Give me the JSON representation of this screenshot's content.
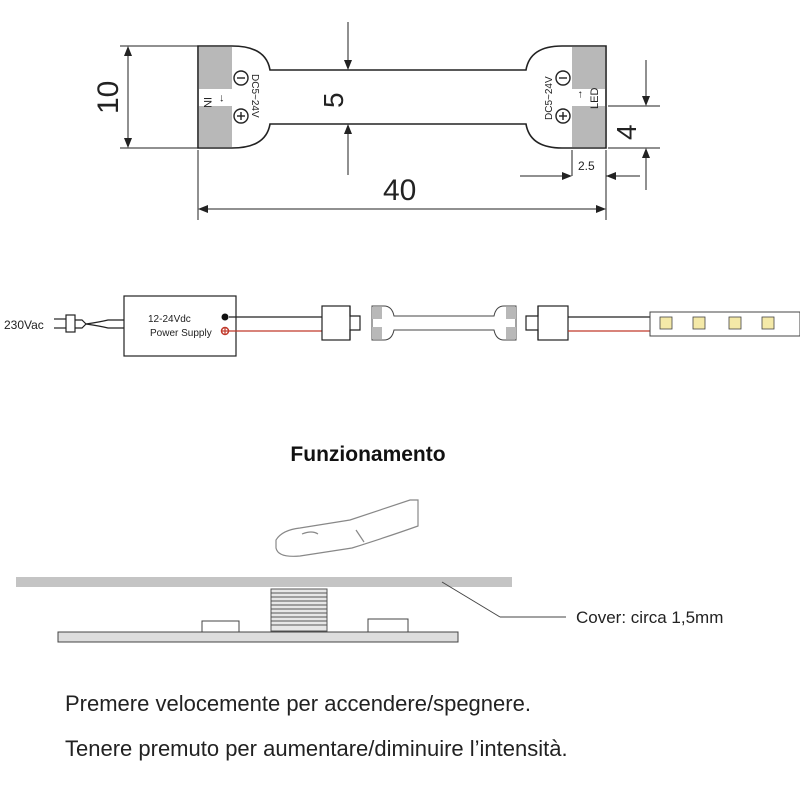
{
  "dimensions": {
    "height_label": "10",
    "width_label": "40",
    "center_label": "5",
    "pad_label": "4",
    "pad_gap_label": "2.5"
  },
  "connector": {
    "left_label": "IN",
    "right_label": "LED",
    "voltage_label": "DC5~24V",
    "arrow_label": "→"
  },
  "wiring": {
    "mains_label": "230Vac",
    "psu_line1": "12-24Vdc",
    "psu_line2": "Power Supply"
  },
  "operation": {
    "title": "Funzionamento",
    "cover_label": "Cover: circa 1,5mm"
  },
  "instructions": {
    "line1": "Premere velocemente per accendere/spegnere.",
    "line2": "Tenere premuto per aumentare/diminuire l’intensità."
  },
  "colors": {
    "line": "#222222",
    "pad_gray": "#b8b8b8",
    "wire_red": "#c0392b",
    "cover_gray": "#c4c4c4"
  }
}
